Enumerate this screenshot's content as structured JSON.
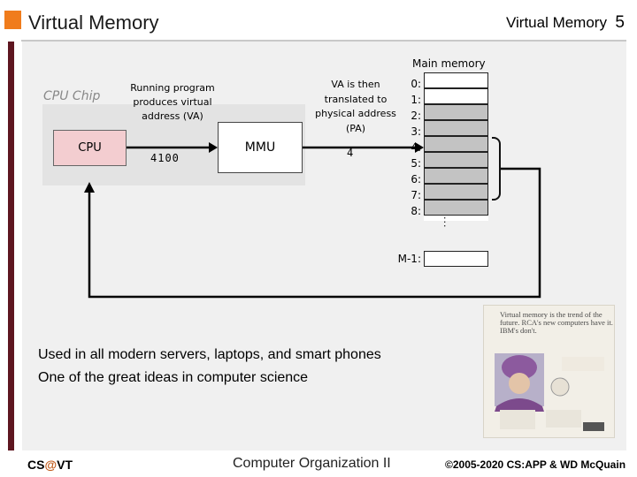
{
  "header": {
    "title": "Virtual Memory",
    "right_title": "Virtual Memory",
    "slide_number": "5",
    "accent_color": "#f07c1c",
    "bar_color": "#5e1620"
  },
  "diagram": {
    "chip_label": "CPU Chip",
    "cpu_label": "CPU",
    "mmu_label": "MMU",
    "running_program_text": "Running program produces virtual address (VA)",
    "virtual_address": "4100",
    "translation_text": "VA is then translated to physical address (PA)",
    "physical_address": "4",
    "memory_title": "Main memory",
    "addresses": [
      "0:",
      "1:",
      "2:",
      "3:",
      "4:",
      "5:",
      "6:",
      "7:",
      "8:"
    ],
    "ellipsis": "...",
    "last_address": "M-1:"
  },
  "caption": {
    "line1": "Used in all modern servers, laptops, and smart phones",
    "line2": "One of the great ideas in computer science"
  },
  "ad": {
    "headline": "Virtual memory is the trend of the future. RCA's new computers have it. IBM's don't."
  },
  "footer": {
    "left_prefix": "CS",
    "left_at": "@",
    "left_suffix": "VT",
    "center": "Computer Organization II",
    "right": "©2005-2020 CS:APP & WD McQuain"
  }
}
